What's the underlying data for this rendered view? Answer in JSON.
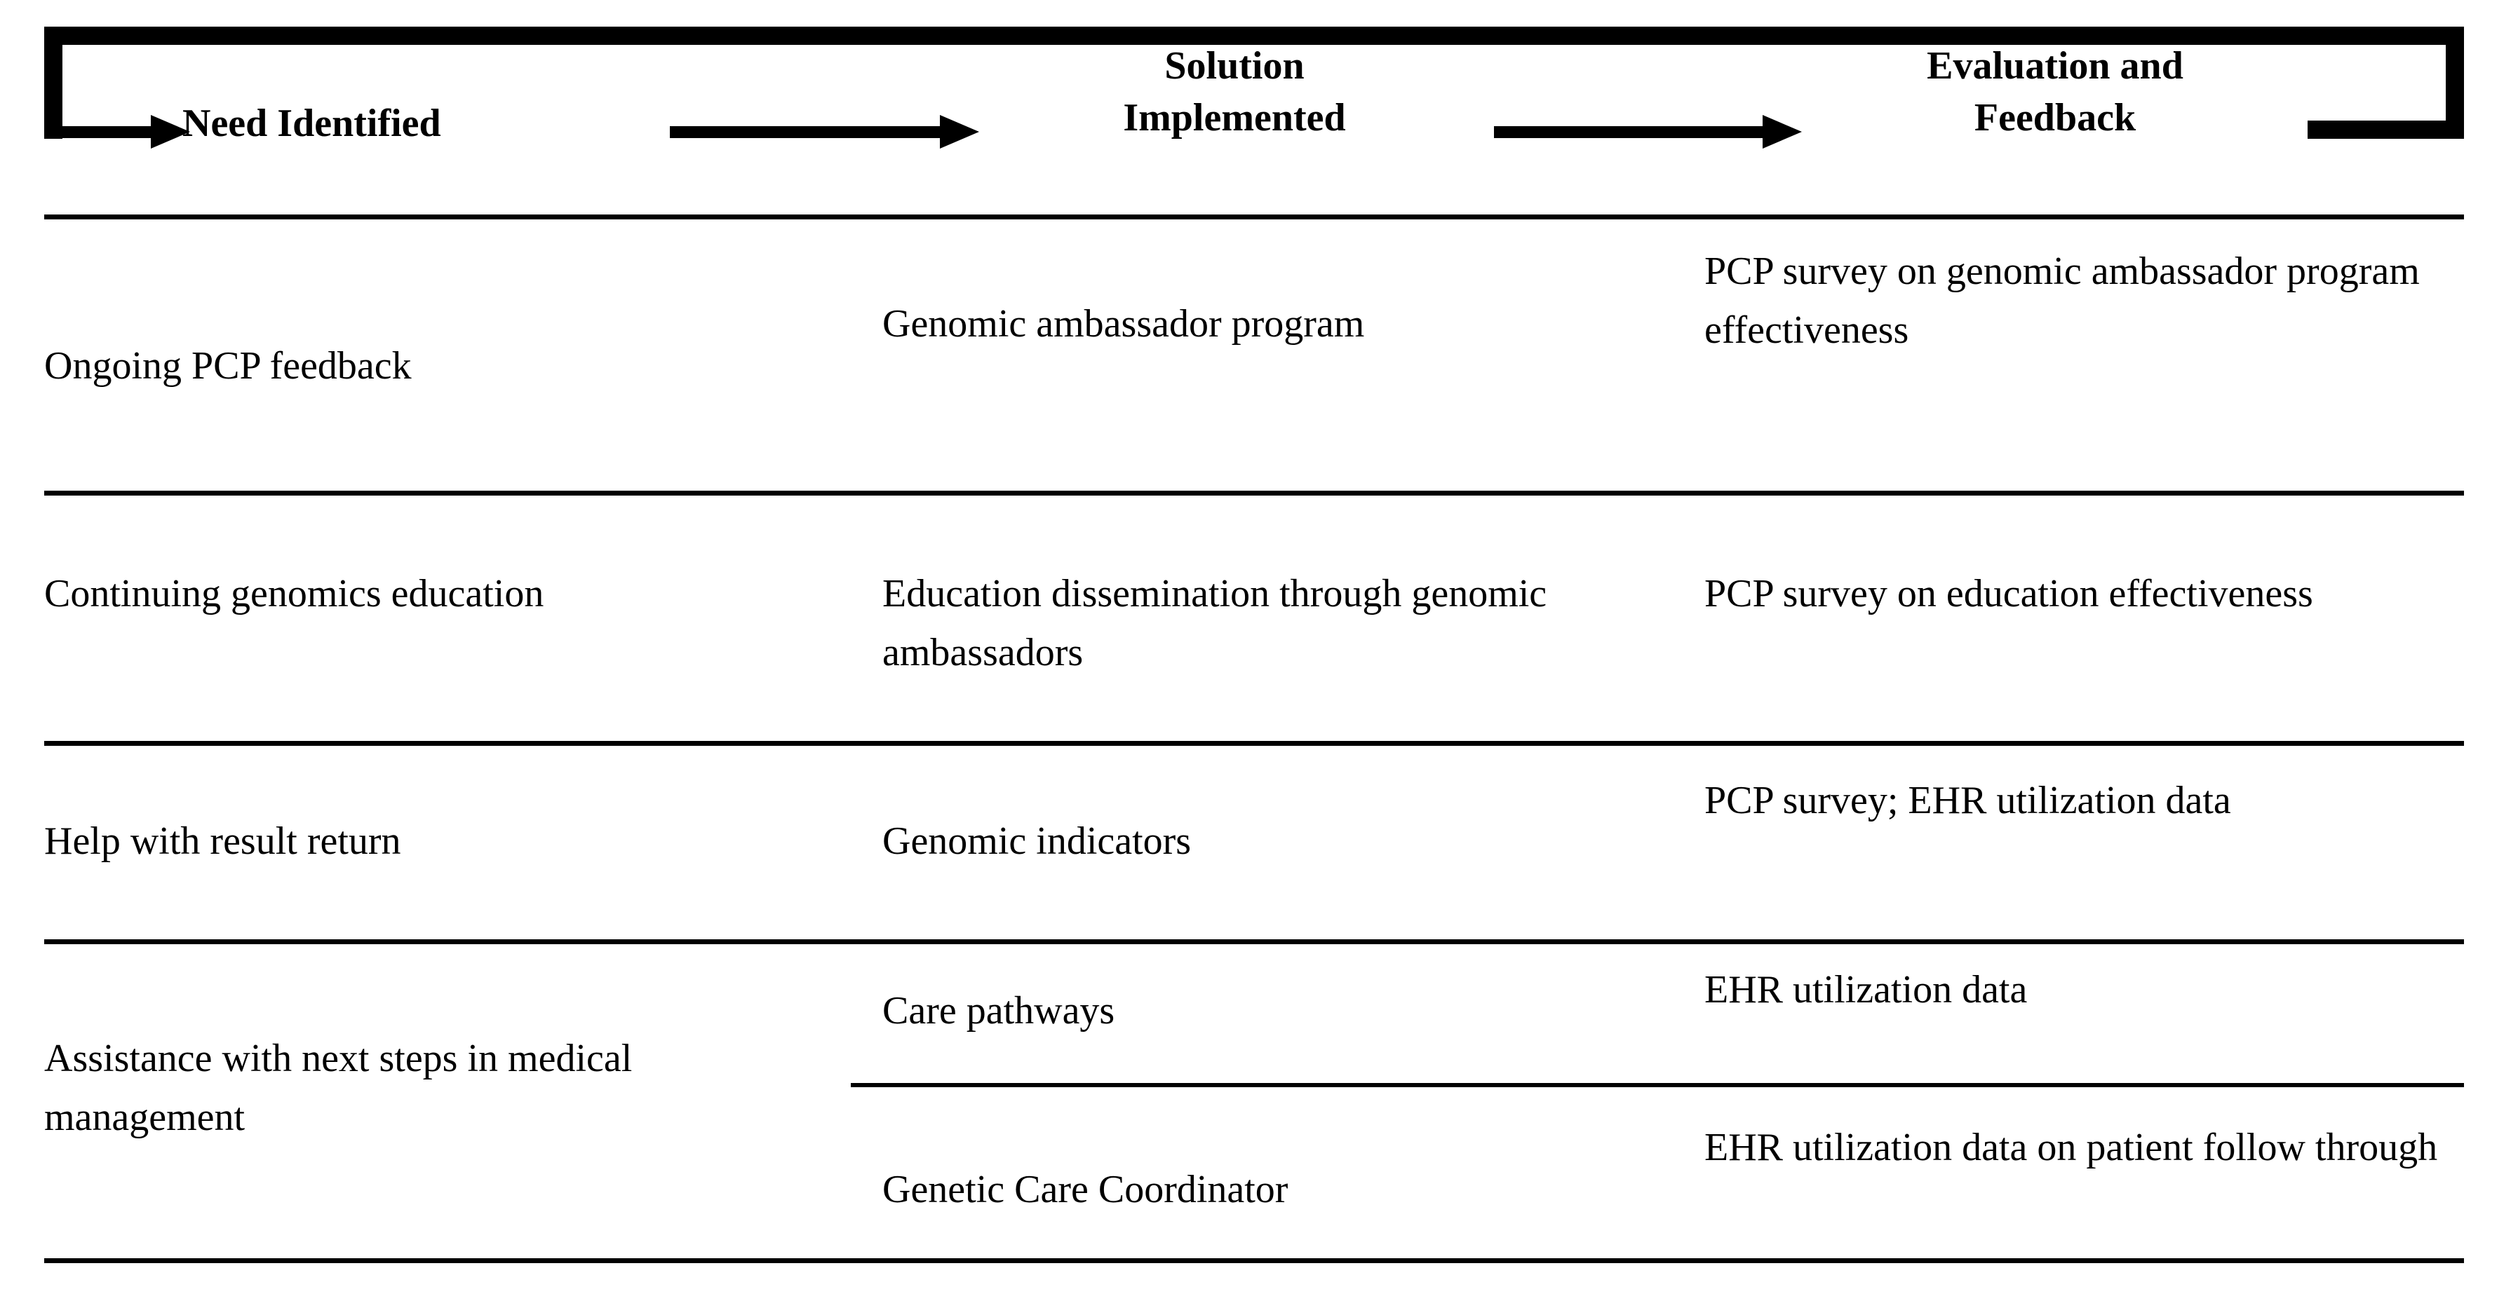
{
  "figure": {
    "type": "process-flow-table",
    "loop_label": "feedback-loop-arrow",
    "headers": {
      "need": "Need Identified",
      "solution": "Solution\nImplemented",
      "solution_line1": "Solution",
      "solution_line2": "Implemented",
      "evaluation": "Evaluation and\nFeedback",
      "evaluation_line1": "Evaluation and",
      "evaluation_line2": "Feedback"
    },
    "columns": [
      "Need Identified",
      "Solution Implemented",
      "Evaluation and Feedback"
    ],
    "rows": [
      {
        "need": "Ongoing PCP feedback",
        "solution": "Genomic ambassador program",
        "evaluation": "PCP survey on genomic ambassador program effectiveness"
      },
      {
        "need": "Continuing genomics education",
        "solution": "Education dissemination through genomic ambassadors",
        "evaluation": "PCP survey on education effectiveness"
      },
      {
        "need": "Help with result return",
        "solution": "Genomic indicators",
        "evaluation": "PCP survey; EHR utilization data"
      },
      {
        "need": "Assistance with next steps in medical management",
        "sub_rows": [
          {
            "solution": "Care pathways",
            "evaluation": "EHR utilization data"
          },
          {
            "solution": "Genetic Care Coordinator",
            "evaluation": "EHR utilization data on patient follow through"
          }
        ]
      }
    ],
    "colors": {
      "ink": "#000000",
      "background": "#ffffff"
    }
  }
}
